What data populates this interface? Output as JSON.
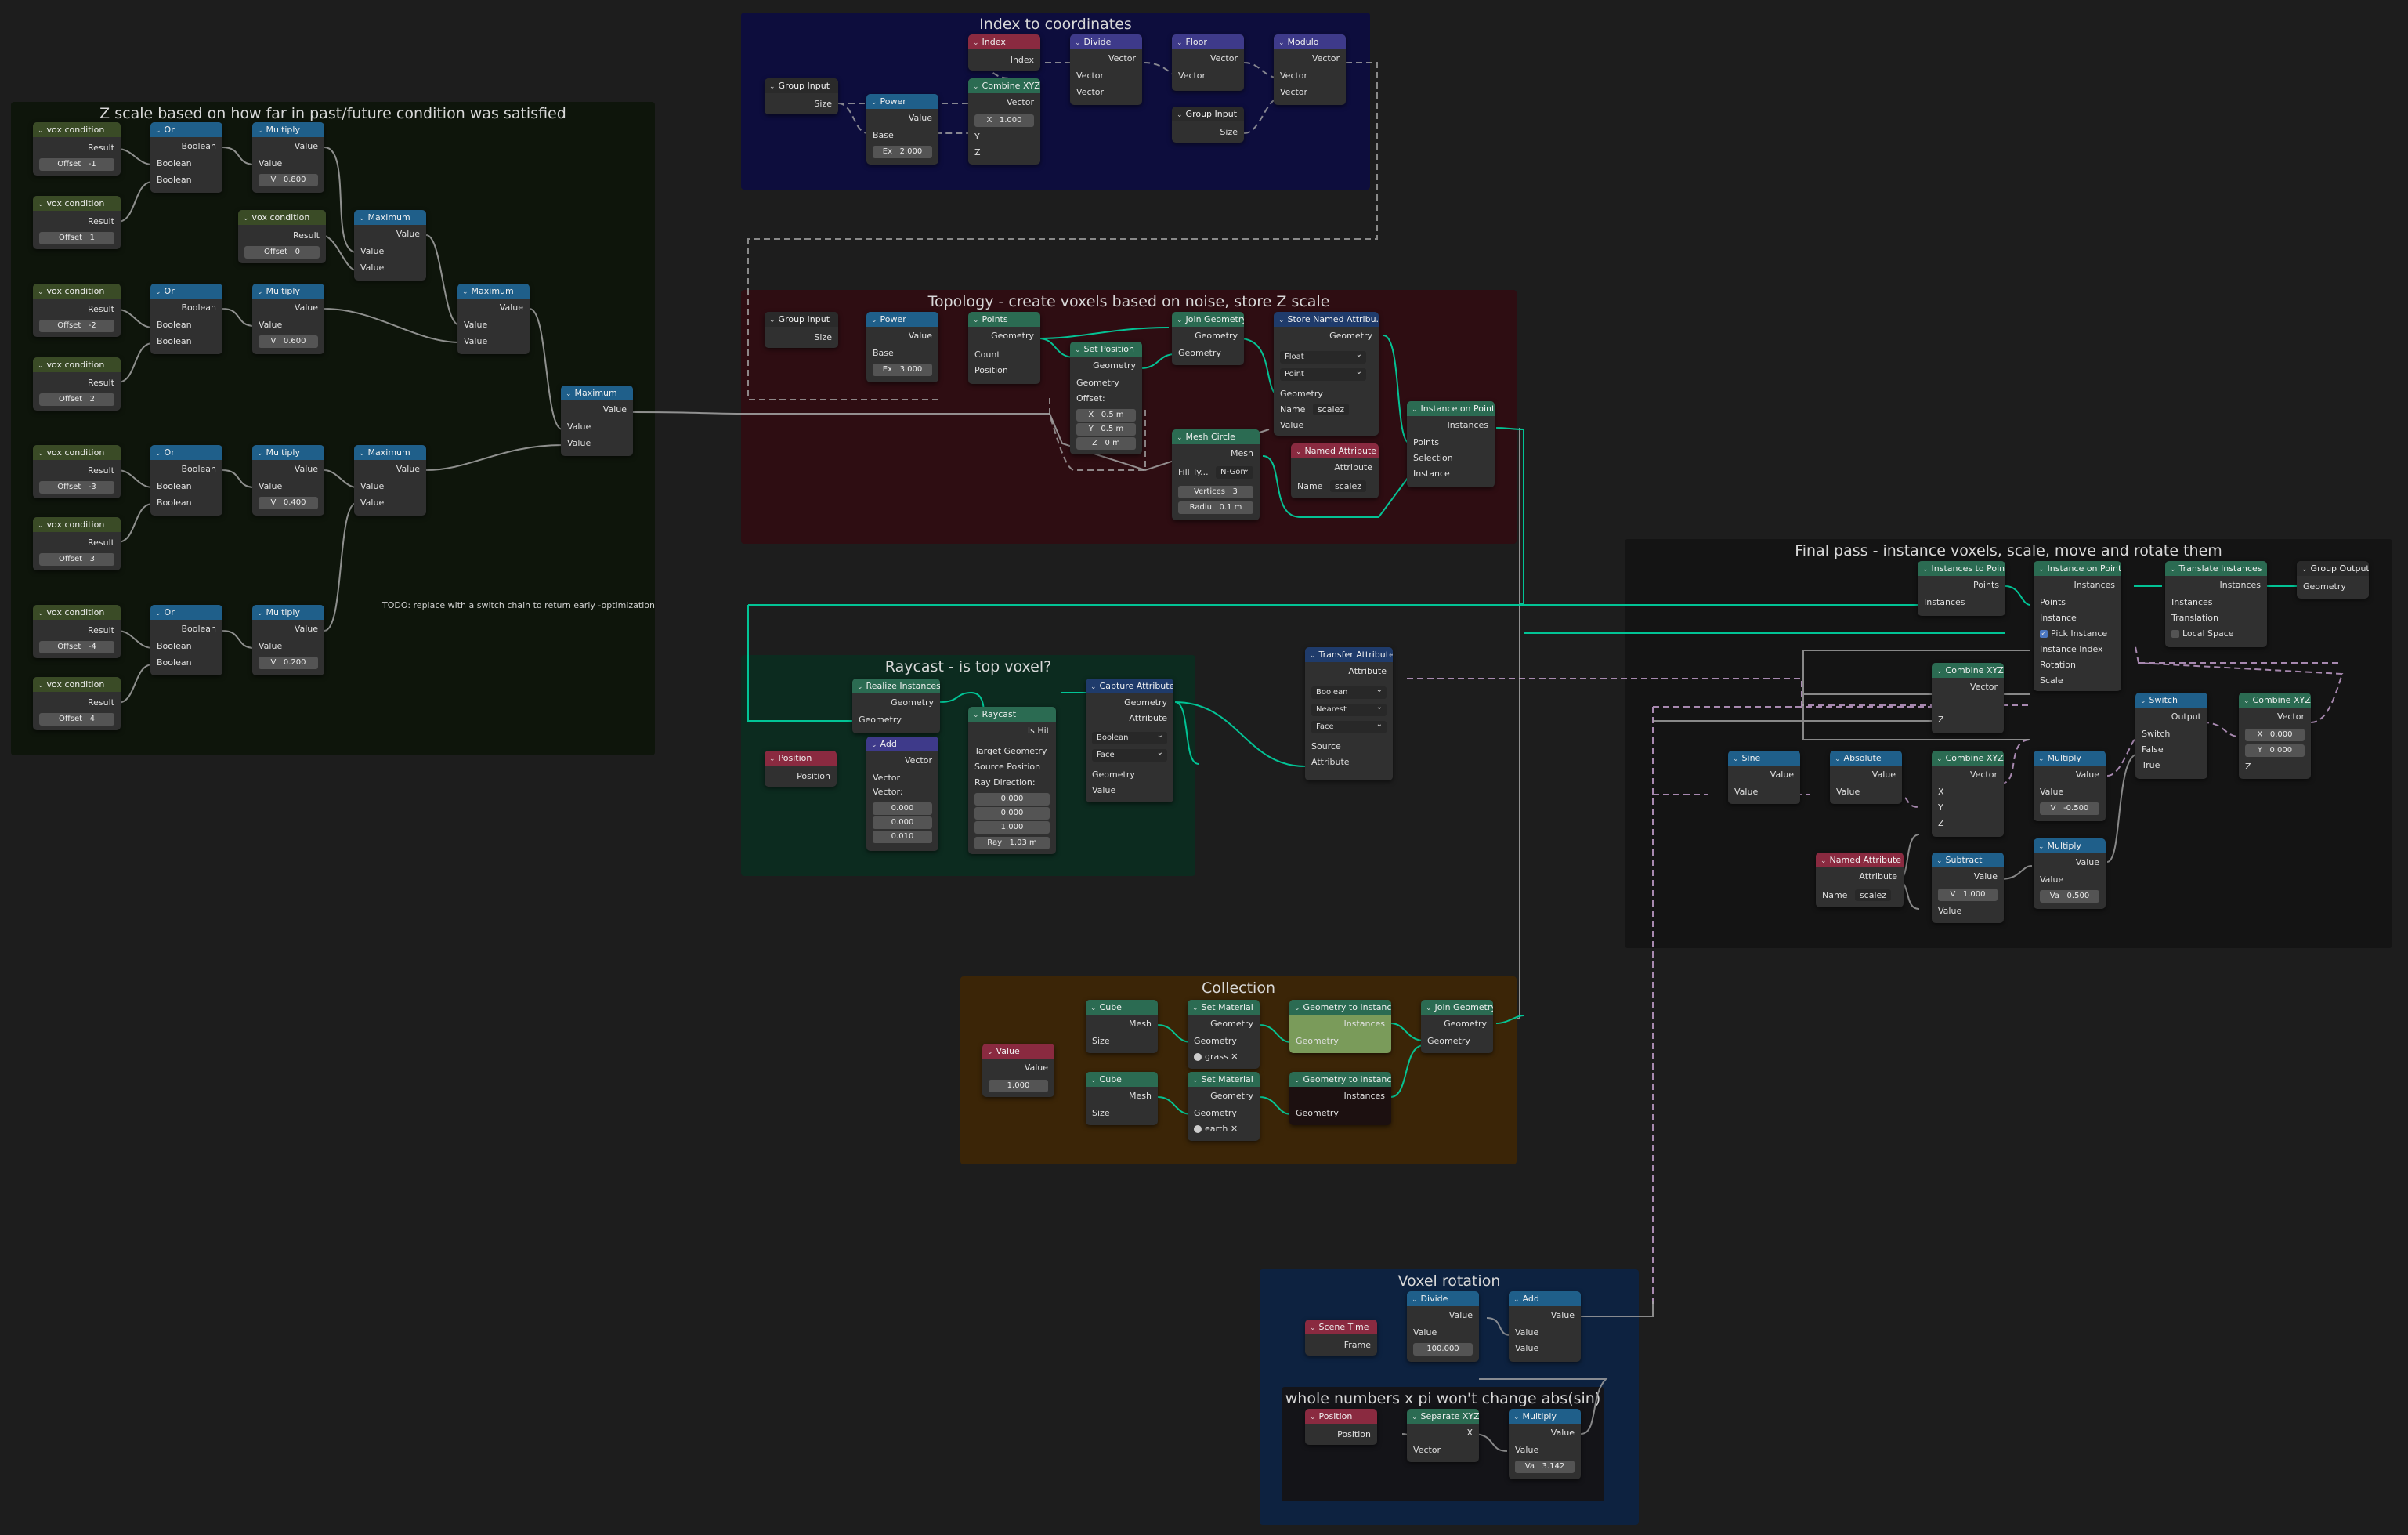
{
  "frames": {
    "zscale": "Z scale based on how far in past/future condition was satisfied",
    "index": "Index to coordinates",
    "topology": "Topology - create voxels based on noise, store Z scale",
    "raycast": "Raycast - is top voxel?",
    "final": "Final pass - instance voxels, scale, move and rotate them",
    "collection": "Collection",
    "rotation": "Voxel rotation",
    "sin": "whole numbers x pi won't change abs(sin)"
  },
  "todo_note": "TODO: replace with a switch chain to return early -optimization",
  "labels": {
    "vox_condition": "vox condition",
    "result": "Result",
    "offset": "Offset",
    "or": "Or",
    "boolean": "Boolean",
    "multiply": "Multiply",
    "maximum": "Maximum",
    "value": "Value",
    "v": "V",
    "group_input": "Group Input",
    "size": "Size",
    "power": "Power",
    "base": "Base",
    "ex": "Ex",
    "index": "Index",
    "divide": "Divide",
    "vector": "Vector",
    "floor": "Floor",
    "modulo": "Modulo",
    "combine_xyz": "Combine XYZ",
    "x": "X",
    "y": "Y",
    "z": "Z",
    "points": "Points",
    "geometry": "Geometry",
    "count": "Count",
    "position": "Position",
    "set_position": "Set Position",
    "offset_v": "Offset:",
    "join_geometry": "Join Geometry",
    "store_named": "Store Named Attribu...",
    "float": "Float",
    "point": "Point",
    "name": "Name",
    "scalez": "scalez",
    "mesh_circle": "Mesh Circle",
    "mesh": "Mesh",
    "fill_ty": "Fill Ty...",
    "ngon": "N-Gon",
    "vertices": "Vertices",
    "radiu": "Radiu",
    "named_attribute": "Named Attribute",
    "attribute": "Attribute",
    "instance_on_point": "Instance on Point",
    "instances": "Instances",
    "selection": "Selection",
    "instance": "Instance",
    "realize_instances": "Realize Instances",
    "add": "Add",
    "raycast": "Raycast",
    "is_hit": "Is Hit",
    "target_geometry": "Target Geometry",
    "source_position": "Source Position",
    "ray_direction": "Ray Direction:",
    "ray": "Ray",
    "capture_attribute": "Capture Attribute",
    "face": "Face",
    "transfer_attribute": "Transfer Attribute",
    "nearest": "Nearest",
    "source": "Source",
    "instances_to_points": "Instances to Poin...",
    "instance_on_points": "Instance on Points",
    "pick_instance": "Pick Instance",
    "instance_index": "Instance Index",
    "rotation": "Rotation",
    "scale": "Scale",
    "translate_instances": "Translate Instances",
    "translation": "Translation",
    "local_space": "Local Space",
    "group_output": "Group Output",
    "switch": "Switch",
    "output": "Output",
    "false": "False",
    "true": "True",
    "sine": "Sine",
    "absolute": "Absolute",
    "subtract": "Subtract",
    "va": "Va",
    "cube": "Cube",
    "set_material": "Set Material",
    "grass": "grass",
    "earth": "earth",
    "geometry_to_instance": "Geometry to Instance",
    "scene_time": "Scene Time",
    "frame": "Frame",
    "separate_xyz": "Separate XYZ"
  },
  "values": {
    "offsets": [
      "-1",
      "1",
      "0",
      "-2",
      "2",
      "-3",
      "3",
      "-4",
      "4"
    ],
    "mult_v": [
      "0.800",
      "0.600",
      "0.400",
      "0.200"
    ],
    "power_ex1": "2.000",
    "power_ex2": "3.000",
    "combine_x": "1.000",
    "setpos_x": "0.5 m",
    "setpos_y": "0.5 m",
    "setpos_z": "0 m",
    "vertices": "3",
    "radius": "0.1 m",
    "add_vec": [
      "0.000",
      "0.000",
      "0.010"
    ],
    "ray_dir": [
      "0.000",
      "0.000",
      "1.000"
    ],
    "ray_len": "1.03 m",
    "combine_out_x": "0.000",
    "combine_out_y": "0.000",
    "mult_half": "-0.500",
    "mult_va": "0.500",
    "sub_v": "1.000",
    "cube_value": "1.000",
    "div_100": "100.000",
    "pi": "3.142"
  },
  "colors": {
    "frame_zscale": "#0e150b",
    "frame_index": "#0d0d3d",
    "frame_topology": "#2e0d12",
    "frame_raycast": "#0c2b1f",
    "frame_final": "#141414",
    "frame_collection": "#3b2507",
    "frame_rotation": "#0d2240",
    "hdr_blue": "#1f5f8a",
    "hdr_green": "#2b6b52",
    "hdr_red": "#8a2a40",
    "hdr_purple": "#3e3a8a",
    "hdr_group": "#2a2a2a",
    "hdr_olive": "#3a4b26"
  }
}
